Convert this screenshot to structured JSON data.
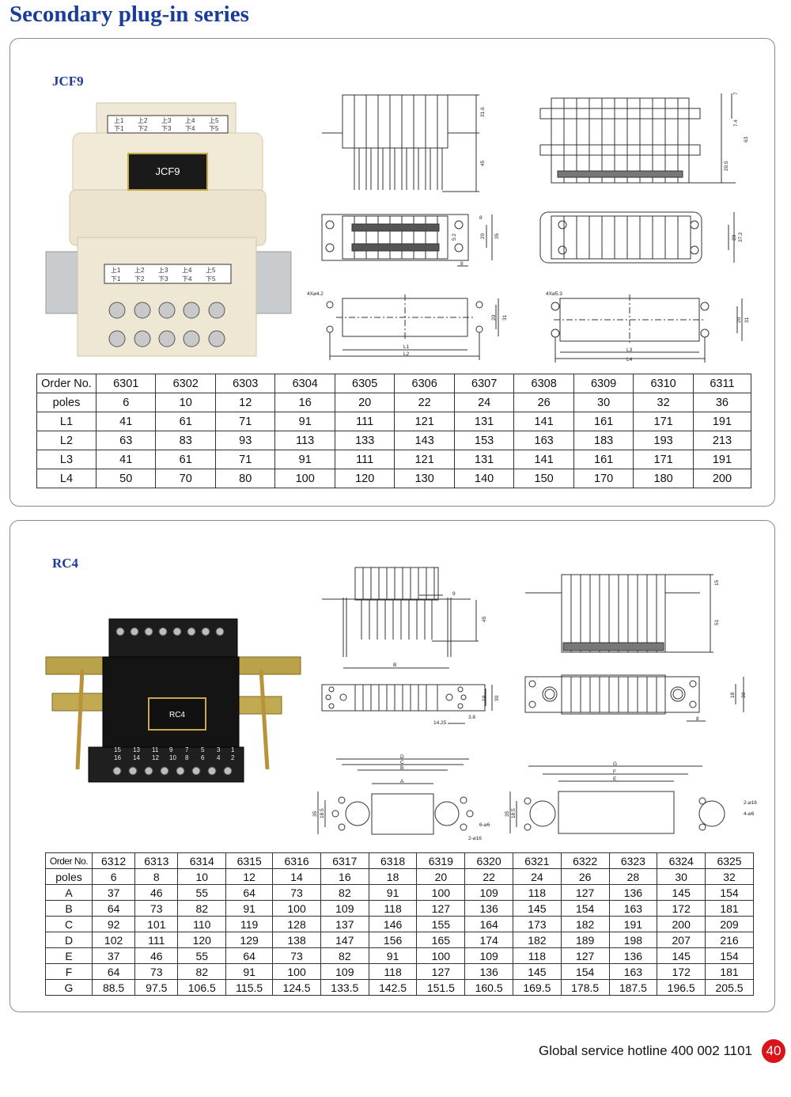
{
  "page_title": "Secondary plug-in series",
  "jcf9": {
    "name": "JCF9",
    "photo_labels": {
      "model": "JCF9",
      "top": [
        "上1",
        "上2",
        "上3",
        "上4",
        "上5"
      ],
      "bottom": [
        "下1",
        "下2",
        "下3",
        "下4",
        "下5"
      ]
    },
    "drawing_labels": {
      "d316": "31.6",
      "d45": "45",
      "d7": "7",
      "d74": "7.4",
      "d63": "63",
      "d205": "20.5",
      "d8a": "8",
      "d20a": "20",
      "d35": "35",
      "d52": "5.2",
      "d8b": "8",
      "d20b": "20",
      "d372": "37.2",
      "hole1": "4X⌀4.2",
      "L1": "L1",
      "L2": "L2",
      "d20c": "20",
      "d31a": "31",
      "hole2": "4X⌀5.3",
      "L3": "L3",
      "L4": "L4",
      "d20d": "20",
      "d31b": "31"
    },
    "table": {
      "rows": [
        [
          "Order No.",
          "6301",
          "6302",
          "6303",
          "6304",
          "6305",
          "6306",
          "6307",
          "6308",
          "6309",
          "6310",
          "6311"
        ],
        [
          "poles",
          "6",
          "10",
          "12",
          "16",
          "20",
          "22",
          "24",
          "26",
          "30",
          "32",
          "36"
        ],
        [
          "L1",
          "41",
          "61",
          "71",
          "91",
          "111",
          "121",
          "131",
          "141",
          "161",
          "171",
          "191"
        ],
        [
          "L2",
          "63",
          "83",
          "93",
          "113",
          "133",
          "143",
          "153",
          "163",
          "183",
          "193",
          "213"
        ],
        [
          "L3",
          "41",
          "61",
          "71",
          "91",
          "111",
          "121",
          "131",
          "141",
          "161",
          "171",
          "191"
        ],
        [
          "L4",
          "50",
          "70",
          "80",
          "100",
          "120",
          "130",
          "140",
          "150",
          "170",
          "180",
          "200"
        ]
      ]
    }
  },
  "rc4": {
    "name": "RC4",
    "photo_labels": {
      "model": "RC4",
      "top": [
        "15",
        "13",
        "11",
        "9",
        "7",
        "5",
        "3",
        "1"
      ],
      "bottom": [
        "16",
        "14",
        "12",
        "10",
        "8",
        "6",
        "4",
        "2"
      ]
    },
    "drawing_labels": {
      "d9": "9",
      "d45": "45",
      "B": "B",
      "d15": "15",
      "d51": "51",
      "d19": "19",
      "d30a": "30",
      "d1425": "14.25",
      "d38": "3.8",
      "d18": "18",
      "d30b": "30",
      "d8": "8",
      "D": "D",
      "C": "C",
      "B2": "B",
      "A": "A",
      "d35a": "35",
      "d185a": "18.5",
      "h6": "6-⌀6",
      "h16": "2-⌀16",
      "G": "G",
      "F": "F",
      "E": "E",
      "d35b": "35",
      "d185b": "18.5",
      "h16b": "2-⌀16",
      "h6b": "4-⌀6"
    },
    "table": {
      "rows": [
        [
          "Order No.",
          "6312",
          "6313",
          "6314",
          "6315",
          "6316",
          "6317",
          "6318",
          "6319",
          "6320",
          "6321",
          "6322",
          "6323",
          "6324",
          "6325"
        ],
        [
          "poles",
          "6",
          "8",
          "10",
          "12",
          "14",
          "16",
          "18",
          "20",
          "22",
          "24",
          "26",
          "28",
          "30",
          "32"
        ],
        [
          "A",
          "37",
          "46",
          "55",
          "64",
          "73",
          "82",
          "91",
          "100",
          "109",
          "118",
          "127",
          "136",
          "145",
          "154"
        ],
        [
          "B",
          "64",
          "73",
          "82",
          "91",
          "100",
          "109",
          "118",
          "127",
          "136",
          "145",
          "154",
          "163",
          "172",
          "181"
        ],
        [
          "C",
          "92",
          "101",
          "110",
          "119",
          "128",
          "137",
          "146",
          "155",
          "164",
          "173",
          "182",
          "191",
          "200",
          "209"
        ],
        [
          "D",
          "102",
          "111",
          "120",
          "129",
          "138",
          "147",
          "156",
          "165",
          "174",
          "182",
          "189",
          "198",
          "207",
          "216"
        ],
        [
          "E",
          "37",
          "46",
          "55",
          "64",
          "73",
          "82",
          "91",
          "100",
          "109",
          "118",
          "127",
          "136",
          "145",
          "154"
        ],
        [
          "F",
          "64",
          "73",
          "82",
          "91",
          "100",
          "109",
          "118",
          "127",
          "136",
          "145",
          "154",
          "163",
          "172",
          "181"
        ],
        [
          "G",
          "88.5",
          "97.5",
          "106.5",
          "115.5",
          "124.5",
          "133.5",
          "142.5",
          "151.5",
          "160.5",
          "169.5",
          "178.5",
          "187.5",
          "196.5",
          "205.5"
        ]
      ]
    }
  },
  "footer": {
    "hotline_label": "Global service hotline",
    "hotline_number": "400 002 1101",
    "page_number": "40"
  },
  "colors": {
    "title": "#1b3d9a",
    "badge": "#d9141b"
  }
}
